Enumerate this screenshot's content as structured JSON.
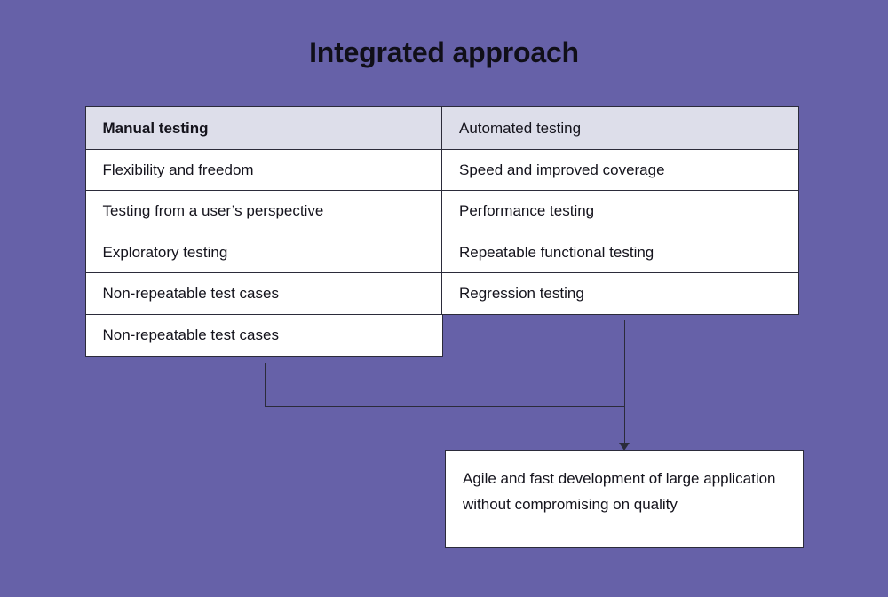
{
  "title": "Integrated approach",
  "theme": {
    "background": "#6661a8",
    "header_fill": "#dddeea",
    "cell_fill": "#ffffff",
    "border": "#2b2b3a",
    "text": "#14131c"
  },
  "table": {
    "headers": [
      "Manual testing",
      "Automated testing"
    ],
    "rows": [
      [
        "Flexibility and freedom",
        "Speed and improved coverage"
      ],
      [
        "Testing from a user’s perspective",
        "Performance testing"
      ],
      [
        "Exploratory testing",
        "Repeatable functional testing"
      ],
      [
        "Non-repeatable test cases",
        "Regression testing"
      ],
      [
        "Non-repeatable test cases",
        ""
      ]
    ]
  },
  "outcome": {
    "text": "Agile and fast development of large application without compromising on quality"
  }
}
